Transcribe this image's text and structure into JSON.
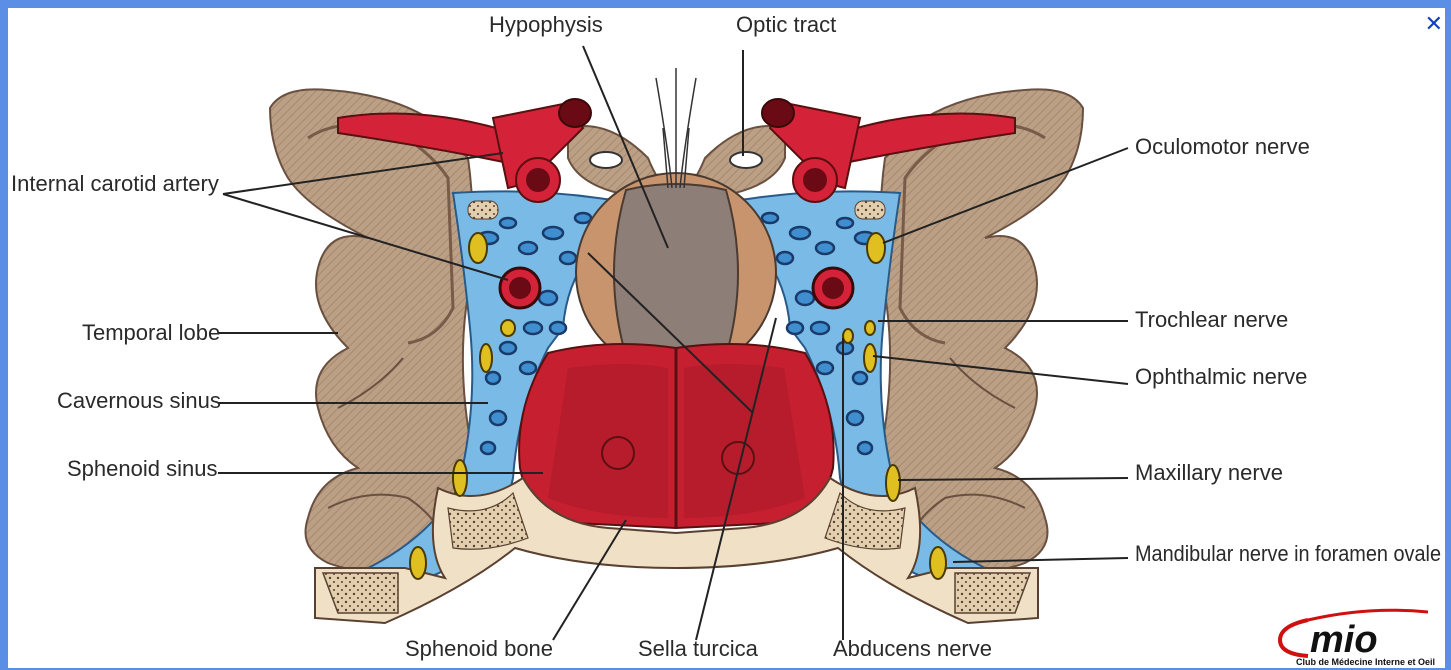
{
  "labels": {
    "hypophysis": "Hypophysis",
    "optic_tract": "Optic tract",
    "internal_carotid_artery": "Internal carotid artery",
    "temporal_lobe": "Temporal lobe",
    "cavernous_sinus": "Cavernous sinus",
    "sphenoid_sinus": "Sphenoid sinus",
    "sphenoid_bone": "Sphenoid bone",
    "sella_turcica": "Sella turcica",
    "abducens_nerve": "Abducens nerve",
    "oculomotor_nerve": "Oculomotor nerve",
    "trochlear_nerve": "Trochlear nerve",
    "ophthalmic_nerve": "Ophthalmic nerve",
    "maxillary_nerve": "Maxillary nerve",
    "mandibular_nerve": "Mandibular nerve in foramen ovale"
  },
  "logo": {
    "text": "mio",
    "subtitle": "Club de Médecine Interne et Oeil"
  },
  "close_glyph": "✕",
  "colors": {
    "frame_border": "#5b8fe6",
    "brain": "#b89a82",
    "artery": "#d42238",
    "sinus_blue": "#74b8e4",
    "nerve_yellow": "#e0c020",
    "sphenoid_sinus": "#c41e2e",
    "hypophysis": "#8e7e78",
    "bone": "#efe0c6"
  }
}
